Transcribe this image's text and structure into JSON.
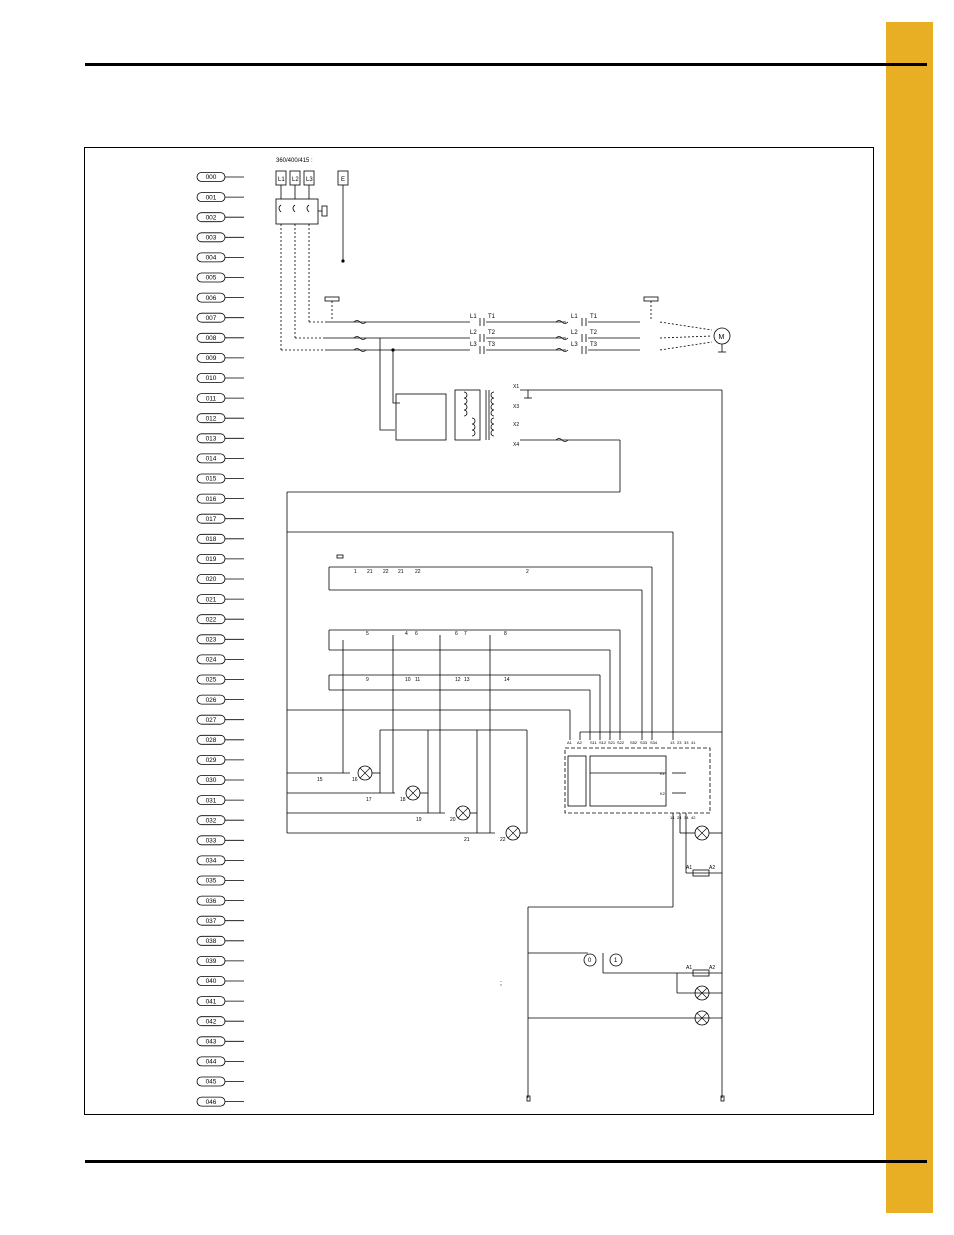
{
  "colors": {
    "tab": "#E8AE24",
    "ink": "#000000",
    "paper": "#ffffff"
  },
  "supply": {
    "voltage_label": "360/400/415 :",
    "phases": [
      "L1",
      "L2",
      "L3"
    ],
    "earth": "E"
  },
  "line_numbers": [
    "000",
    "001",
    "002",
    "003",
    "004",
    "005",
    "006",
    "007",
    "008",
    "009",
    "010",
    "011",
    "012",
    "013",
    "014",
    "015",
    "016",
    "017",
    "018",
    "019",
    "020",
    "021",
    "022",
    "023",
    "024",
    "025",
    "026",
    "027",
    "028",
    "029",
    "030",
    "031",
    "032",
    "033",
    "034",
    "035",
    "036",
    "037",
    "038",
    "039",
    "040",
    "041",
    "042",
    "043",
    "044",
    "045",
    "046"
  ],
  "contactor_1": {
    "inputs": [
      "L1",
      "L2",
      "L3"
    ],
    "outputs": [
      "T1",
      "T2",
      "T3"
    ]
  },
  "contactor_2": {
    "inputs": [
      "L1",
      "L2",
      "L3"
    ],
    "outputs": [
      "T1",
      "T2",
      "T3"
    ]
  },
  "motor": {
    "symbol": "M"
  },
  "transformer": {
    "terminals": [
      "X1",
      "X3",
      "X2",
      "X4"
    ]
  },
  "estop_rung": {
    "labels": [
      "1",
      "21",
      "22",
      "21",
      "22",
      "2"
    ]
  },
  "rung_022": {
    "labels": [
      "5",
      "4",
      "6",
      "6",
      "7",
      "8"
    ]
  },
  "rung_025": {
    "labels": [
      "9",
      "10",
      "11",
      "12",
      "13",
      "14"
    ]
  },
  "relay": {
    "top_terminals": [
      "A1",
      "A2",
      "S11",
      "S12",
      "S21",
      "S22",
      "S52",
      "S33",
      "S34",
      "13",
      "23",
      "33",
      "41"
    ],
    "coils": [
      "K1",
      "K2"
    ],
    "bottom_terminals": [
      "14",
      "24",
      "34",
      "42"
    ]
  },
  "lamps": {
    "labels": [
      "15",
      "16",
      "17",
      "18",
      "19",
      "20",
      "21",
      "22"
    ]
  },
  "timer": {
    "terminals": [
      "A1",
      "A2"
    ]
  },
  "selector": {
    "positions": [
      "0",
      "1"
    ]
  },
  "rung_040": {
    "labels": [
      "A1",
      "A2"
    ]
  },
  "note_mark": ";"
}
